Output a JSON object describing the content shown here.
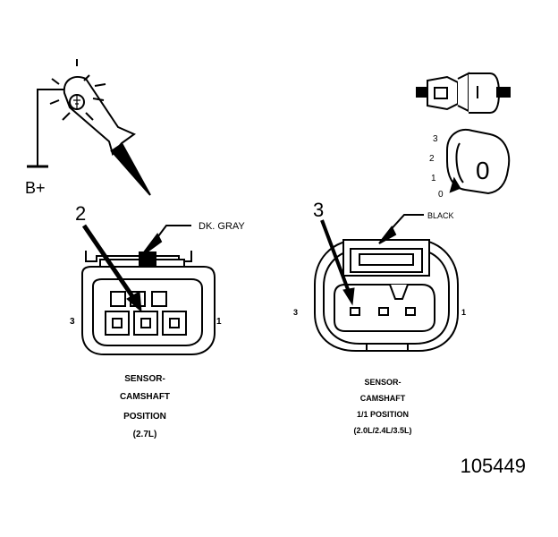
{
  "test_light": {
    "supply_label": "B+"
  },
  "connector_left": {
    "callout_number": "2",
    "color_label": "DK. GRAY",
    "pin_left": "3",
    "pin_right": "1",
    "caption": [
      "SENSOR-",
      "CAMSHAFT",
      "POSITION",
      "(2.7L)"
    ]
  },
  "connector_right": {
    "callout_number": "3",
    "color_label": "BLACK",
    "pin_left": "3",
    "pin_right": "1",
    "caption": [
      "SENSOR-",
      "CAMSHAFT",
      "1/1 POSITION",
      "(2.0L/2.4L/3.5L)"
    ]
  },
  "switch_detail": {
    "scale_marks": [
      "3",
      "2",
      "1",
      "0"
    ],
    "knob_value": "0"
  },
  "figure_number": "105449"
}
